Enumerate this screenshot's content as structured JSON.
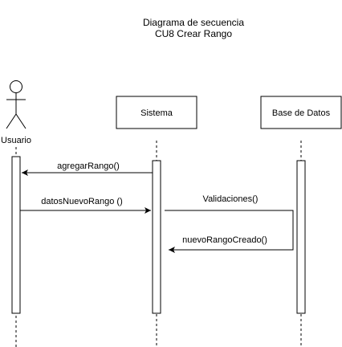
{
  "diagram": {
    "title_line1": "Diagrama de secuencia",
    "title_line2": "CU8 Crear Rango",
    "actor": {
      "label": "Usuario"
    },
    "participants": [
      {
        "label": "Sistema"
      },
      {
        "label": "Base de Datos"
      }
    ],
    "messages": [
      {
        "label": "agregarRango()"
      },
      {
        "label": "datosNuevoRango ()"
      },
      {
        "label": "Validaciones()"
      },
      {
        "label": "nuevoRangoCreado()"
      }
    ]
  }
}
